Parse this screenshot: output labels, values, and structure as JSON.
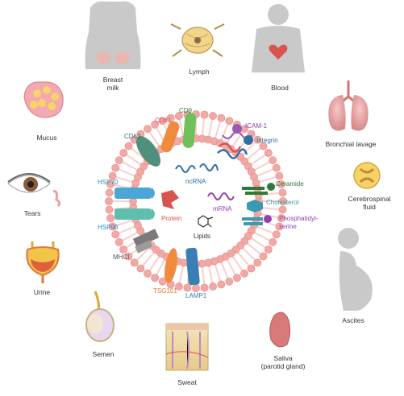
{
  "sources": {
    "breast_milk": [
      "Breast",
      "milk"
    ],
    "lymph": "Lymph",
    "blood": "Blood",
    "bronchial_lavage": "Bronchial lavage",
    "cerebrospinal_fluid": [
      "Cerebrospinal",
      "fluid"
    ],
    "ascites": "Ascites",
    "saliva": [
      "Saliva",
      "(parotid gland)"
    ],
    "sweat": "Sweat",
    "semen": "Semen",
    "urine": "Urine",
    "tears": "Tears",
    "mucus": "Mucus"
  },
  "exosome": {
    "cd81": "CD81",
    "cd9": "CD9",
    "cd63": "CD63",
    "icam1": "ICAM-1",
    "integrin": "Integrin",
    "hsp70": "HSP70",
    "hsp90": "HSP90",
    "ncrna": "ncRNA",
    "protein": "Protein",
    "mrna": "mRNA",
    "lipids": "Lipids",
    "ceramide": "Ceramide",
    "cholesterol": "Cholesterol",
    "phosphatidylserine": [
      "Phosphatidyl-",
      "serine"
    ],
    "mhci": "MHCI",
    "tsg101": "TSG101",
    "lamp1": "LAMP1"
  },
  "colors": {
    "membrane_head": "#f2a9a6",
    "membrane_tail": "#f7d0cc",
    "cd81": "#f08a3c",
    "cd9": "#6fbf5a",
    "cd63": "#4f8f7c",
    "icam1": "#9b59b6",
    "integrin": "#2f6fa6",
    "hsp70": "#4aa6d6",
    "hsp90": "#5fbfae",
    "ncrna": "#2f6fa6",
    "protein": "#d9534f",
    "mrna": "#8e44ad",
    "lipids": "#333333",
    "ceramide": "#2f7a3a",
    "cholesterol": "#3a9ab3",
    "phosphatidylserine": "#8e44ad",
    "mhci": "#7a7a7a",
    "tsg101": "#f08a3c",
    "lamp1": "#3a7fb3"
  }
}
